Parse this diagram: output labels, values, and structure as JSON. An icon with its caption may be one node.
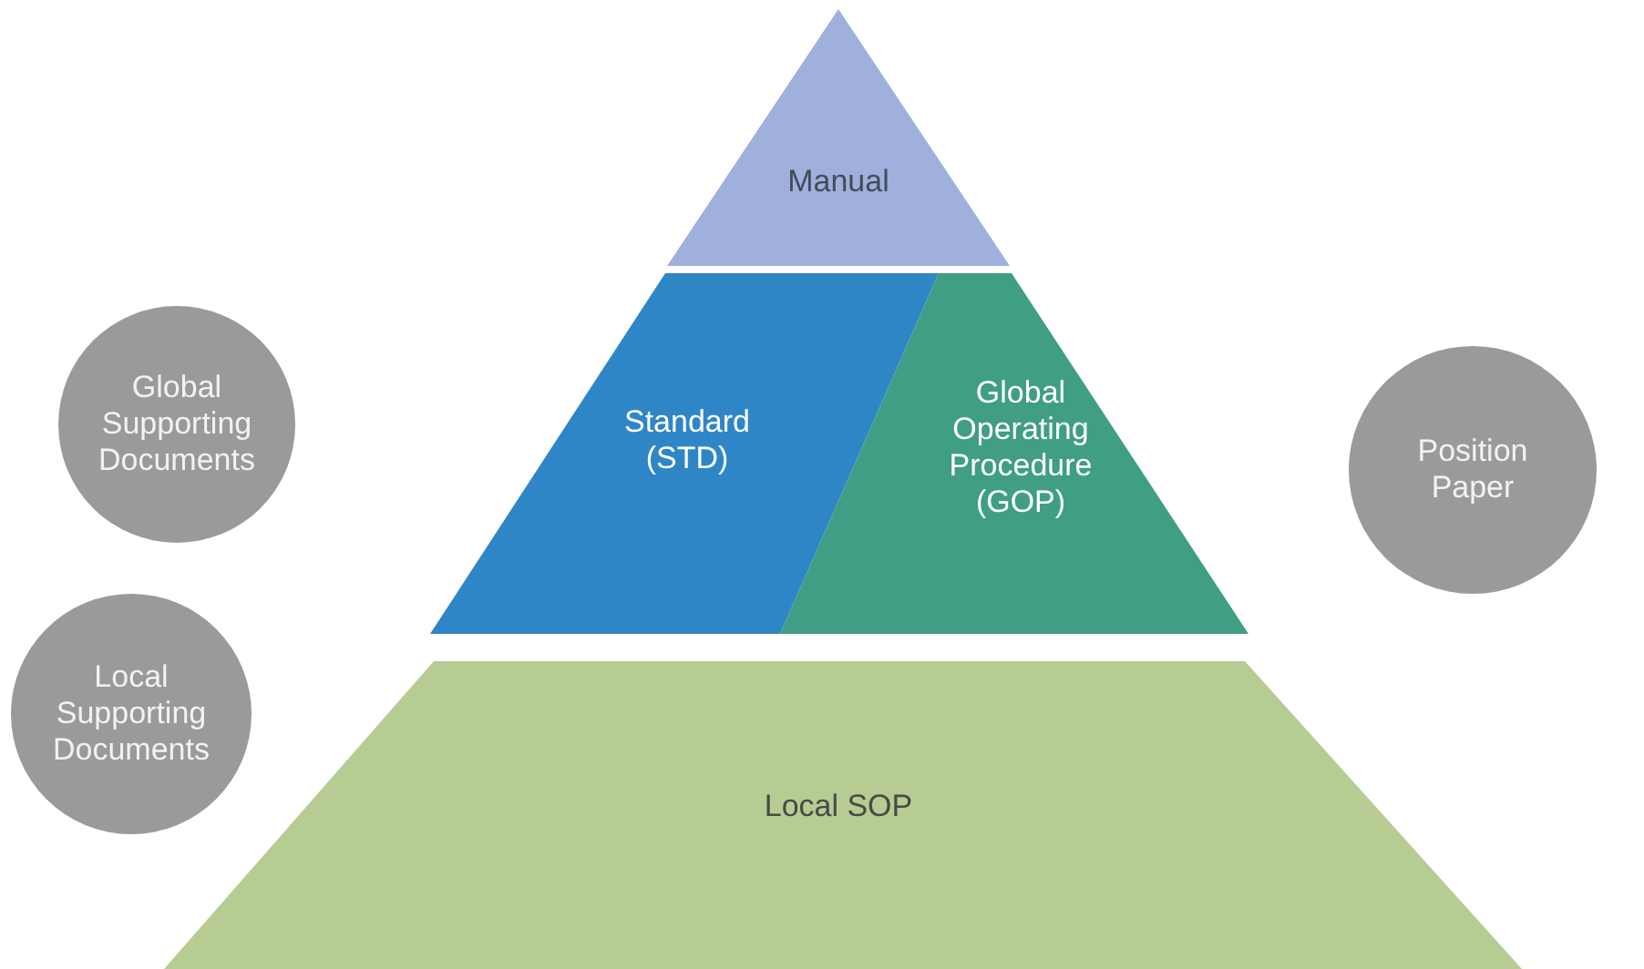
{
  "diagram": {
    "nodes": [
      {
        "text": [
          "Manual"
        ]
      },
      {
        "text": [
          "Standard (STD)"
        ]
      },
      {
        "text": [
          "Global Operating Procedure (GOP)"
        ]
      },
      {
        "text": [
          "Local SOP"
        ]
      },
      {
        "text": [
          "Global Supporting Documents"
        ]
      },
      {
        "text": [
          "Position Paper"
        ]
      },
      {
        "text": [
          "Local Supporting Documents"
        ]
      }
    ]
  }
}
